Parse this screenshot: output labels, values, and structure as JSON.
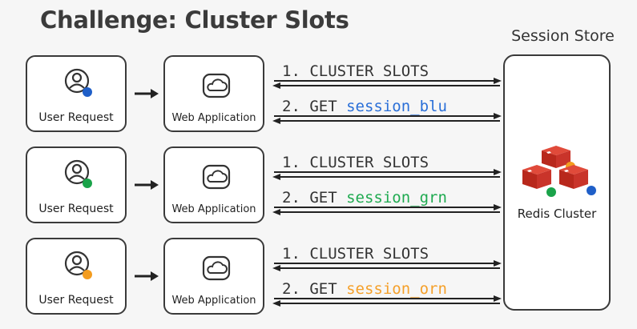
{
  "title": "Challenge: Cluster Slots",
  "store": {
    "label": "Session Store",
    "cluster_label": "Redis Cluster"
  },
  "rows": [
    {
      "user_label": "User Request",
      "web_label": "Web Application",
      "step1": "1. CLUSTER SLOTS",
      "step2_prefix": "2. GET ",
      "key": "session_blu",
      "color": "#1f5fc8",
      "key_color": "#2a6fd8"
    },
    {
      "user_label": "User Request",
      "web_label": "Web Application",
      "step1": "1. CLUSTER SLOTS",
      "step2_prefix": "2. GET ",
      "key": "session_grn",
      "color": "#1aa34a",
      "key_color": "#1faa50"
    },
    {
      "user_label": "User Request",
      "web_label": "Web Application",
      "step1": "1. CLUSTER SLOTS",
      "step2_prefix": "2. GET ",
      "key": "session_orn",
      "color": "#f39c1f",
      "key_color": "#f5a02a"
    }
  ],
  "icons": {
    "user": "user-icon",
    "web": "cloud-icon",
    "cluster": "redis-cluster-icon"
  }
}
